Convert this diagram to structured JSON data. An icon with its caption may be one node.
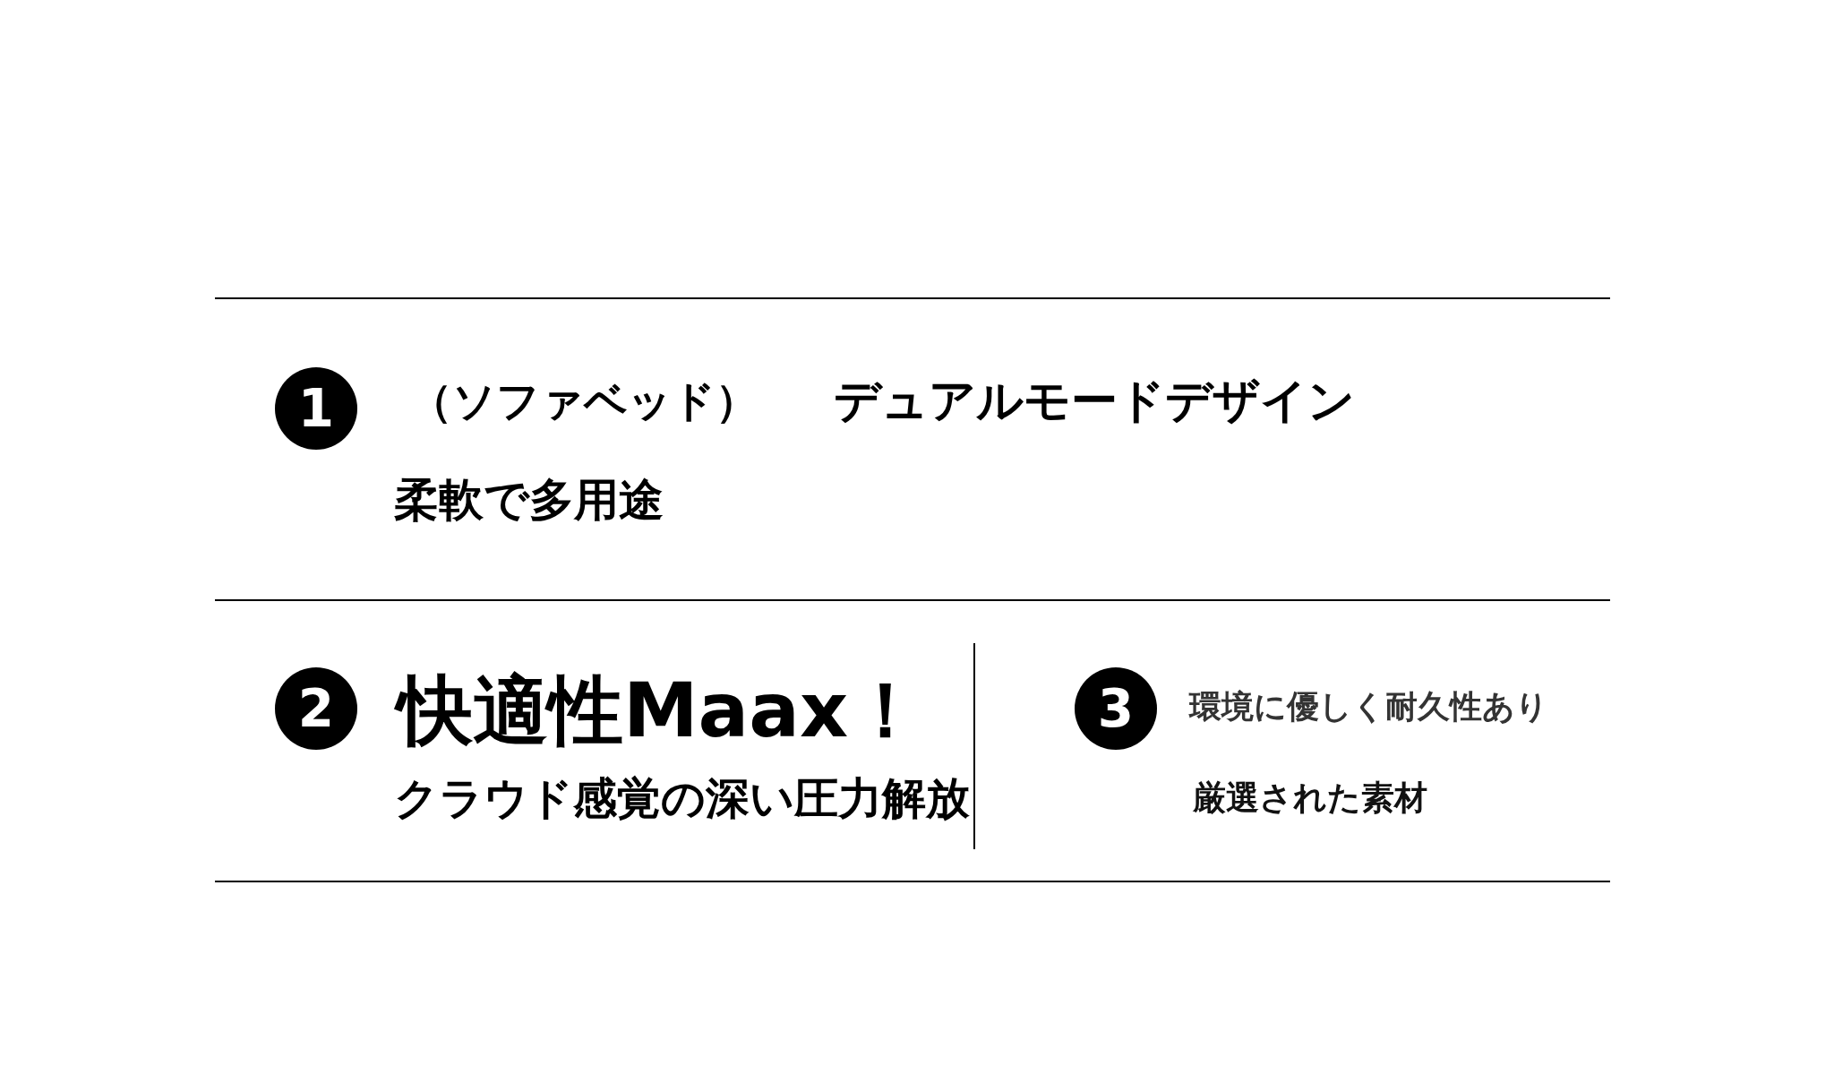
{
  "diagram": {
    "labels": [
      "1",
      "（ソファベッド）",
      "デュアルモードデザイン",
      "柔軟で多用途",
      "2",
      "快適性Maax！",
      "クラウド感覚の深い圧力解放",
      "3",
      "環境に優しく耐久性あり",
      "厳選された素材"
    ]
  }
}
